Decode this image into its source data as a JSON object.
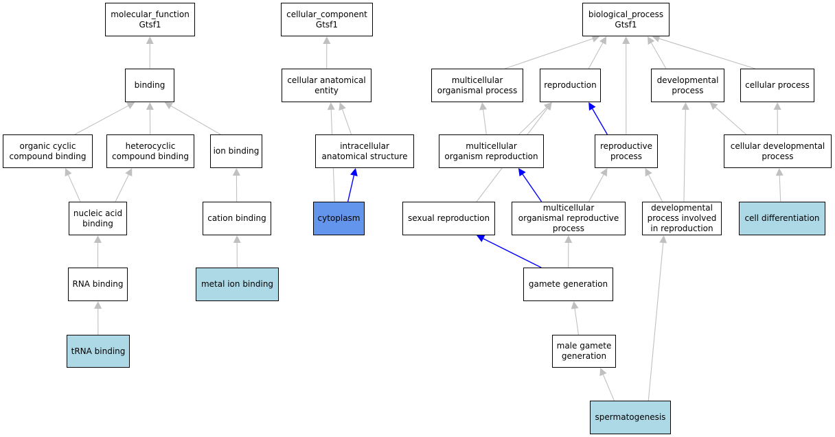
{
  "colors": {
    "default_fill": "#ffffff",
    "annotated_fill": "#add8e6",
    "highlight_fill": "#6495ed",
    "edge_gray": "#c0c0c0",
    "edge_blue": "#0000ff",
    "border": "#000000"
  },
  "nodes": [
    {
      "id": "molecular_function",
      "text": "molecular_function\nGtsf1",
      "fill": "default"
    },
    {
      "id": "binding",
      "text": "binding",
      "fill": "default"
    },
    {
      "id": "organic_cyclic",
      "text": "organic cyclic\ncompound binding",
      "fill": "default"
    },
    {
      "id": "heterocyclic",
      "text": "heterocyclic\ncompound binding",
      "fill": "default"
    },
    {
      "id": "ion_binding",
      "text": "ion binding",
      "fill": "default"
    },
    {
      "id": "nucleic_acid",
      "text": "nucleic acid\nbinding",
      "fill": "default"
    },
    {
      "id": "cation_binding",
      "text": "cation binding",
      "fill": "default"
    },
    {
      "id": "rna_binding",
      "text": "RNA binding",
      "fill": "default"
    },
    {
      "id": "metal_ion_binding",
      "text": "metal ion binding",
      "fill": "annotated"
    },
    {
      "id": "trna_binding",
      "text": "tRNA binding",
      "fill": "annotated"
    },
    {
      "id": "cellular_component",
      "text": "cellular_component\nGtsf1",
      "fill": "default"
    },
    {
      "id": "cellular_anatomical",
      "text": "cellular anatomical\nentity",
      "fill": "default"
    },
    {
      "id": "intracellular",
      "text": "intracellular\nanatomical structure",
      "fill": "default"
    },
    {
      "id": "cytoplasm",
      "text": "cytoplasm",
      "fill": "highlight"
    },
    {
      "id": "biological_process",
      "text": "biological_process\nGtsf1",
      "fill": "default"
    },
    {
      "id": "multicellular_organismal",
      "text": "multicellular\norganismal process",
      "fill": "default"
    },
    {
      "id": "reproduction",
      "text": "reproduction",
      "fill": "default"
    },
    {
      "id": "developmental",
      "text": "developmental\nprocess",
      "fill": "default"
    },
    {
      "id": "cellular_process",
      "text": "cellular process",
      "fill": "default"
    },
    {
      "id": "multicellular_organism_reproduction",
      "text": "multicellular\norganism reproduction",
      "fill": "default"
    },
    {
      "id": "reproductive_process",
      "text": "reproductive\nprocess",
      "fill": "default"
    },
    {
      "id": "cellular_developmental",
      "text": "cellular developmental\nprocess",
      "fill": "default"
    },
    {
      "id": "sexual_reproduction",
      "text": "sexual reproduction",
      "fill": "default"
    },
    {
      "id": "multicellular_reproductive",
      "text": "multicellular\norganismal reproductive\nprocess",
      "fill": "default"
    },
    {
      "id": "developmental_reproduction",
      "text": "developmental\nprocess involved\nin reproduction",
      "fill": "default"
    },
    {
      "id": "cell_differentiation",
      "text": "cell differentiation",
      "fill": "annotated"
    },
    {
      "id": "gamete_generation",
      "text": "gamete generation",
      "fill": "default"
    },
    {
      "id": "male_gamete",
      "text": "male gamete\ngeneration",
      "fill": "default"
    },
    {
      "id": "spermatogenesis",
      "text": "spermatogenesis",
      "fill": "annotated"
    }
  ],
  "edges": [
    {
      "from": "binding",
      "to": "molecular_function",
      "color": "gray"
    },
    {
      "from": "organic_cyclic",
      "to": "binding",
      "color": "gray"
    },
    {
      "from": "heterocyclic",
      "to": "binding",
      "color": "gray"
    },
    {
      "from": "ion_binding",
      "to": "binding",
      "color": "gray"
    },
    {
      "from": "nucleic_acid",
      "to": "organic_cyclic",
      "color": "gray"
    },
    {
      "from": "nucleic_acid",
      "to": "heterocyclic",
      "color": "gray"
    },
    {
      "from": "cation_binding",
      "to": "ion_binding",
      "color": "gray"
    },
    {
      "from": "rna_binding",
      "to": "nucleic_acid",
      "color": "gray"
    },
    {
      "from": "metal_ion_binding",
      "to": "cation_binding",
      "color": "gray"
    },
    {
      "from": "trna_binding",
      "to": "rna_binding",
      "color": "gray"
    },
    {
      "from": "cellular_anatomical",
      "to": "cellular_component",
      "color": "gray"
    },
    {
      "from": "intracellular",
      "to": "cellular_anatomical",
      "color": "gray"
    },
    {
      "from": "cytoplasm",
      "to": "cellular_anatomical",
      "color": "gray"
    },
    {
      "from": "cytoplasm",
      "to": "intracellular",
      "color": "blue"
    },
    {
      "from": "multicellular_organismal",
      "to": "biological_process",
      "color": "gray"
    },
    {
      "from": "reproduction",
      "to": "biological_process",
      "color": "gray"
    },
    {
      "from": "developmental",
      "to": "biological_process",
      "color": "gray"
    },
    {
      "from": "cellular_process",
      "to": "biological_process",
      "color": "gray"
    },
    {
      "from": "reproductive_process",
      "to": "biological_process",
      "color": "gray"
    },
    {
      "from": "multicellular_organism_reproduction",
      "to": "multicellular_organismal",
      "color": "gray"
    },
    {
      "from": "multicellular_organism_reproduction",
      "to": "reproduction",
      "color": "gray"
    },
    {
      "from": "reproductive_process",
      "to": "reproduction",
      "color": "blue"
    },
    {
      "from": "sexual_reproduction",
      "to": "reproduction",
      "color": "gray"
    },
    {
      "from": "cellular_developmental",
      "to": "developmental",
      "color": "gray"
    },
    {
      "from": "cellular_developmental",
      "to": "cellular_process",
      "color": "gray"
    },
    {
      "from": "multicellular_reproductive",
      "to": "multicellular_organism_reproduction",
      "color": "blue"
    },
    {
      "from": "multicellular_reproductive",
      "to": "reproductive_process",
      "color": "gray"
    },
    {
      "from": "developmental_reproduction",
      "to": "reproductive_process",
      "color": "gray"
    },
    {
      "from": "developmental_reproduction",
      "to": "developmental",
      "color": "gray"
    },
    {
      "from": "cell_differentiation",
      "to": "cellular_developmental",
      "color": "gray"
    },
    {
      "from": "gamete_generation",
      "to": "sexual_reproduction",
      "color": "blue"
    },
    {
      "from": "gamete_generation",
      "to": "multicellular_reproductive",
      "color": "gray"
    },
    {
      "from": "male_gamete",
      "to": "gamete_generation",
      "color": "gray"
    },
    {
      "from": "spermatogenesis",
      "to": "male_gamete",
      "color": "gray"
    },
    {
      "from": "spermatogenesis",
      "to": "developmental_reproduction",
      "color": "gray"
    }
  ]
}
